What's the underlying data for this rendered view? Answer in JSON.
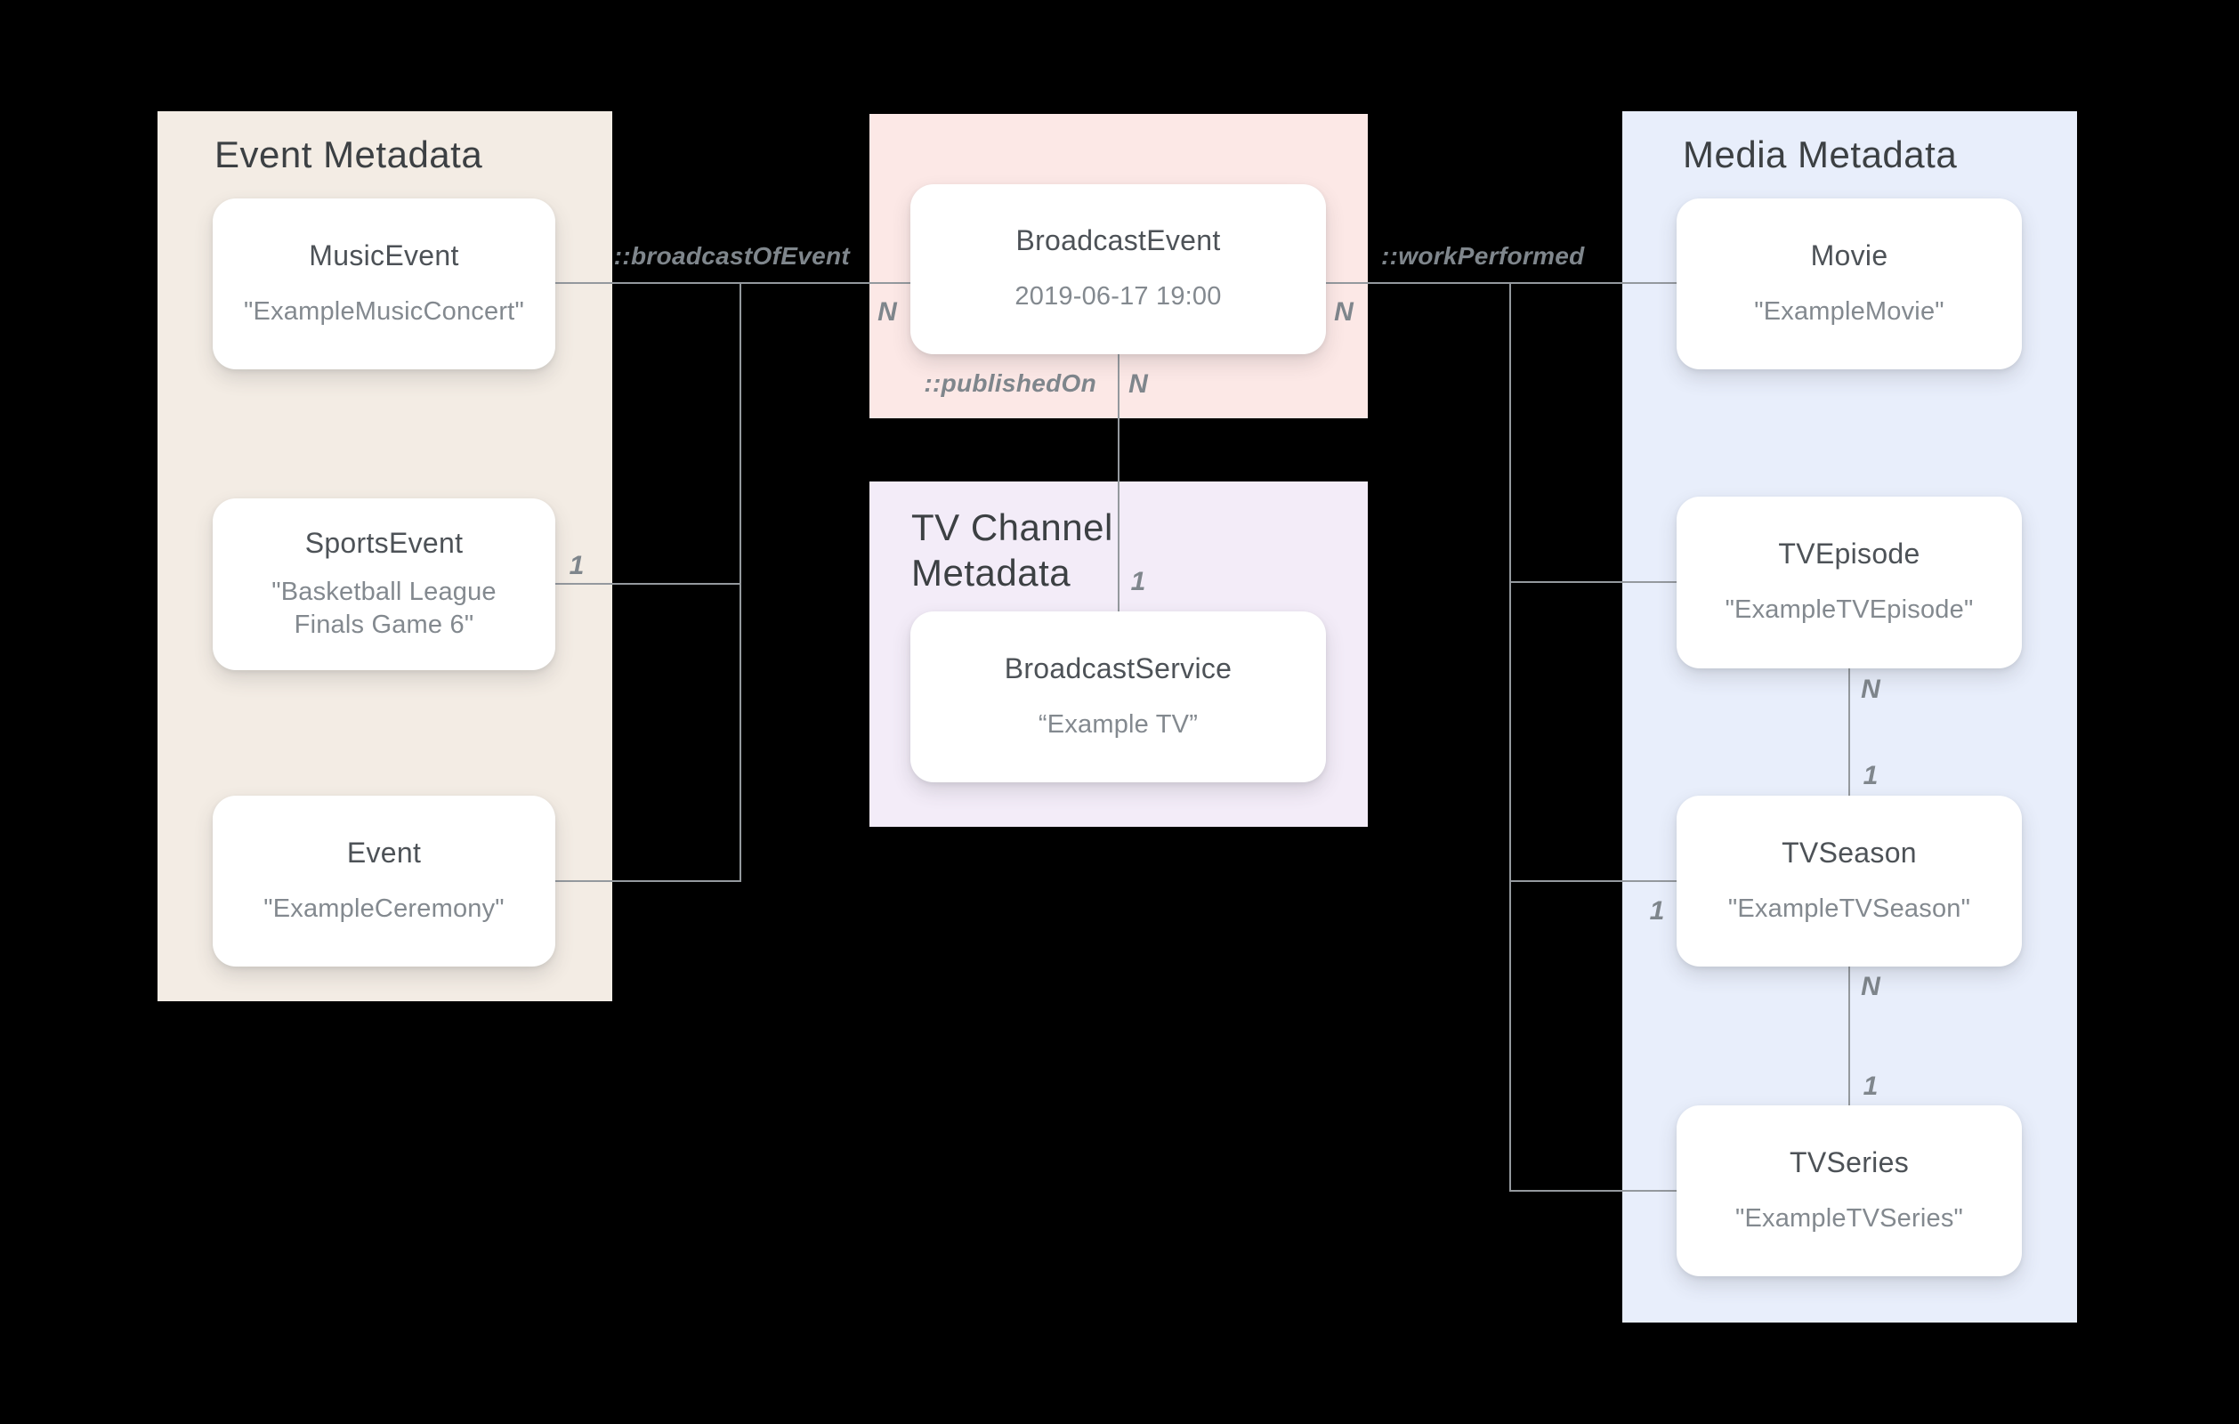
{
  "diagram": {
    "panels": {
      "event": {
        "title": "Event Metadata"
      },
      "tv_channel": {
        "title": "TV Channel Metadata"
      },
      "media": {
        "title": "Media Metadata"
      }
    },
    "nodes": {
      "music_event": {
        "label": "MusicEvent",
        "value": "\"ExampleMusicConcert\""
      },
      "sports_event": {
        "label": "SportsEvent",
        "value": "\"Basketball League Finals Game 6\""
      },
      "event": {
        "label": "Event",
        "value": "\"ExampleCeremony\""
      },
      "broadcast_event": {
        "label": "BroadcastEvent",
        "value": "2019-06-17 19:00"
      },
      "broadcast_service": {
        "label": "BroadcastService",
        "value": "“Example TV”"
      },
      "movie": {
        "label": "Movie",
        "value": "\"ExampleMovie\""
      },
      "tv_episode": {
        "label": "TVEpisode",
        "value": "\"ExampleTVEpisode\""
      },
      "tv_season": {
        "label": "TVSeason",
        "value": "\"ExampleTVSeason\""
      },
      "tv_series": {
        "label": "TVSeries",
        "value": "\"ExampleTVSeries\""
      }
    },
    "relations": {
      "broadcast_of_event": "::broadcastOfEvent",
      "work_performed": "::workPerformed",
      "published_on": "::publishedOn"
    },
    "cardinalities": {
      "broadcast_event_left": "N",
      "broadcast_event_right": "N",
      "published_on_source": "N",
      "published_on_target": "1",
      "sports_event": "1",
      "tv_season_left": "1",
      "episode_season_top": "N",
      "episode_season_bottom": "1",
      "season_series_top": "N",
      "season_series_bottom": "1"
    },
    "colors": {
      "background": "#000000",
      "event_panel": "#F3ECE4",
      "broadcast_panel": "#FCE8E6",
      "tv_channel_panel": "#F3ECF8",
      "media_panel": "#E8EEFB",
      "node_background": "#FFFFFF",
      "panel_title_text": "#3C4043",
      "node_label_text": "#4D5257",
      "node_value_text": "#83898F",
      "connector_line": "#94999E",
      "annotation_text": "#7F868C"
    }
  }
}
